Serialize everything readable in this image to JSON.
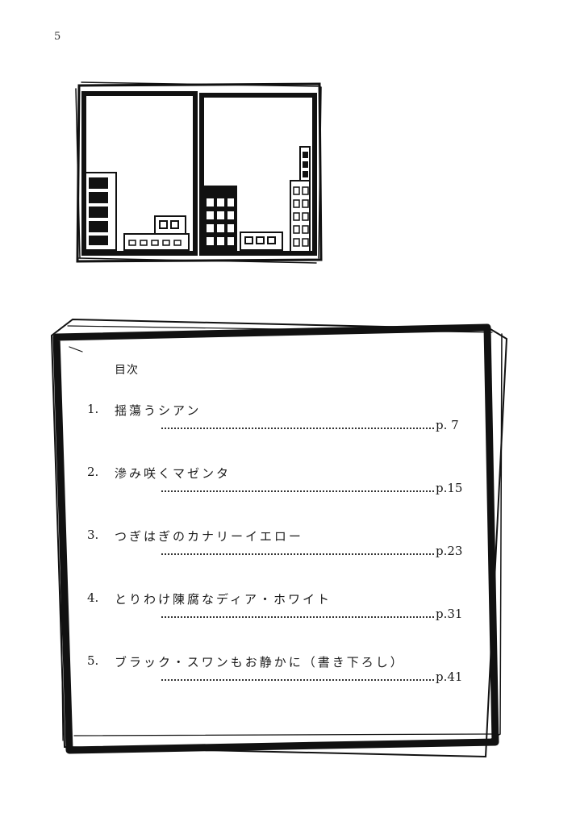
{
  "page": {
    "number": "5"
  },
  "illustration": {
    "icon": "city-buildings-illustration"
  },
  "toc": {
    "heading": "目次",
    "entries": [
      {
        "num": "1.",
        "title": "揺蕩うシアン",
        "page": "p. 7"
      },
      {
        "num": "2.",
        "title": "滲み咲くマゼンタ",
        "page": "p.15"
      },
      {
        "num": "3.",
        "title": "つぎはぎのカナリーイエロー",
        "page": "p.23"
      },
      {
        "num": "4.",
        "title": "とりわけ陳腐なディア・ホワイト",
        "page": "p.31"
      },
      {
        "num": "5.",
        "title": "ブラック・スワンもお静かに（書き下ろし）",
        "page": "p.41"
      }
    ]
  },
  "colors": {
    "ink": "#1a1a1a",
    "paper": "#ffffff"
  }
}
